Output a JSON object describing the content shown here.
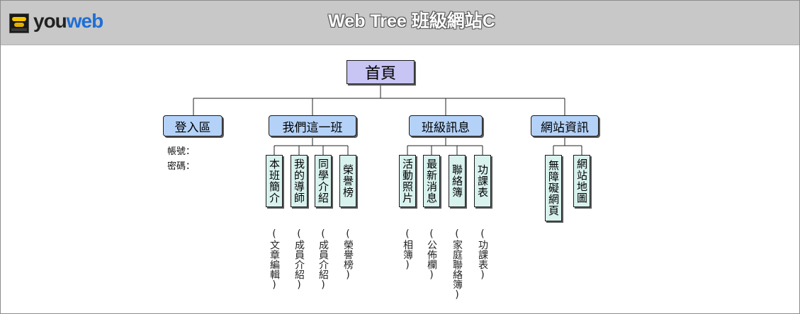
{
  "header": {
    "logo_you": "you",
    "logo_web": "web",
    "title": "Web Tree 班級網站C"
  },
  "home": {
    "label": "首頁"
  },
  "categories": [
    {
      "label": "登入區"
    },
    {
      "label": "我們這一班"
    },
    {
      "label": "班級訊息"
    },
    {
      "label": "網站資訊"
    }
  ],
  "login": {
    "account_label": "帳號：",
    "password_label": "密碼："
  },
  "leaves": [
    {
      "label": "本班簡介",
      "note": "(文章編輯)"
    },
    {
      "label": "我的導師",
      "note": "(成員介紹)"
    },
    {
      "label": "同學介紹",
      "note": "(成員介紹)"
    },
    {
      "label": "榮譽榜",
      "note": "(榮譽榜)"
    },
    {
      "label": "活動照片",
      "note": "(相簿)"
    },
    {
      "label": "最新消息",
      "note": "(公佈欄)"
    },
    {
      "label": "聯絡簿",
      "note": "(家庭聯絡簿)"
    },
    {
      "label": "功課表",
      "note": "(功課表)"
    },
    {
      "label": "無障礙網頁"
    },
    {
      "label": "網站地圖"
    }
  ],
  "colors": {
    "topbar": "#c8c8c8",
    "home": "#c8c4f4",
    "category": "#b4d2f8",
    "leaf": "#d8f2ee"
  }
}
